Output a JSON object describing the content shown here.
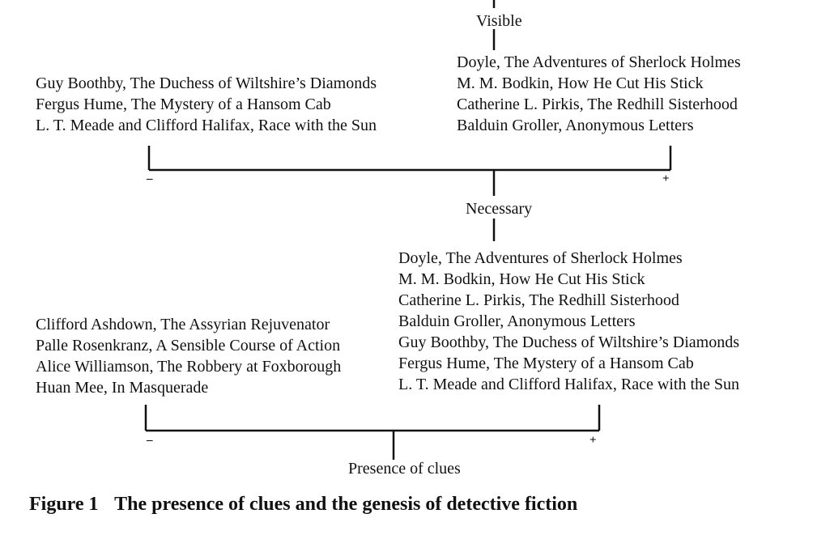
{
  "top_node": {
    "label": "Visible",
    "left_works": [
      "Guy Boothby, The Duchess of Wiltshire’s Diamonds",
      "Fergus Hume, The Mystery of a Hansom Cab",
      "L. T. Meade and Clifford Halifax, Race with the Sun"
    ],
    "right_works": [
      "Doyle, The Adventures of Sherlock Holmes",
      "M. M. Bodkin, How He Cut His Stick",
      "Catherine L. Pirkis, The Redhill Sisterhood",
      "Balduin Groller, Anonymous Letters"
    ],
    "minus": "–",
    "plus": "+"
  },
  "middle_node": {
    "label": "Necessary",
    "left_works": [
      "Clifford Ashdown, The Assyrian Rejuvenator",
      "Palle Rosenkranz, A Sensible Course of Action",
      "Alice Williamson, The Robbery at Foxborough",
      "Huan Mee, In Masquerade"
    ],
    "right_works": [
      "Doyle, The Adventures of Sherlock Holmes",
      "M. M. Bodkin, How He Cut His Stick",
      "Catherine L. Pirkis, The Redhill Sisterhood",
      "Balduin Groller, Anonymous Letters",
      "Guy Boothby, The Duchess of Wiltshire’s Diamonds",
      "Fergus Hume, The Mystery of a Hansom Cab",
      "L. T. Meade and Clifford Halifax, Race with the Sun"
    ],
    "minus": "–",
    "plus": "+"
  },
  "root_node": {
    "label": "Presence of clues"
  },
  "caption": {
    "number": "Figure 1",
    "title": "The presence of clues and the genesis of detective fiction"
  }
}
